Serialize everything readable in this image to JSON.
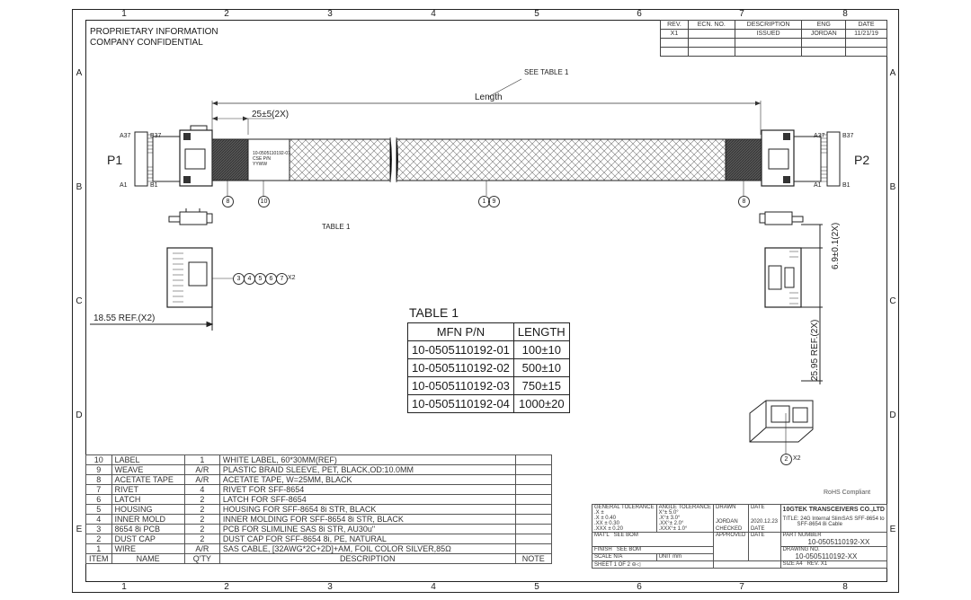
{
  "confidential": [
    "PROPRIETARY INFORMATION",
    "COMPANY CONFIDENTIAL"
  ],
  "zones_top": [
    "1",
    "2",
    "3",
    "4",
    "5",
    "6",
    "7",
    "8"
  ],
  "zones_side": [
    "A",
    "B",
    "C",
    "D",
    "E"
  ],
  "revision": {
    "headers": [
      "REV.",
      "ECN. NO.",
      "DESCRIPTION",
      "ENG",
      "DATE"
    ],
    "row": [
      "X1",
      "",
      "ISSUED",
      "JORDAN",
      "11/21/19"
    ]
  },
  "drawing": {
    "see_table": "SEE TABLE 1",
    "length": "Length",
    "dim_25": "25±5(2X)",
    "p1": "P1",
    "p2": "P2",
    "a37": "A37",
    "b37": "B37",
    "a1": "A1",
    "b1": "B1",
    "label_text": [
      "10-0505110192-01",
      "CSE P/N",
      "YYWW"
    ],
    "balloon_8": "8",
    "balloon_10": "10",
    "balloon_1": "1",
    "balloon_9": "9",
    "balloon_3": "3",
    "balloon_4": "4",
    "balloon_5": "5",
    "balloon_6": "6",
    "balloon_7": "7",
    "balloon_2": "2",
    "x2": "X2",
    "table1_ref": "TABLE 1",
    "dim_1855": "18.55 REF.(X2)",
    "dim_69": "6.9±0.1(2X)",
    "dim_2595": "25.95 REF.(2X)",
    "rohs": "RoHS Compliant"
  },
  "table1": {
    "title": "TABLE 1",
    "headers": [
      "MFN P/N",
      "LENGTH"
    ],
    "rows": [
      [
        "10-0505110192-01",
        "100±10"
      ],
      [
        "10-0505110192-02",
        "500±10"
      ],
      [
        "10-0505110192-03",
        "750±15"
      ],
      [
        "10-0505110192-04",
        "1000±20"
      ]
    ]
  },
  "bom": {
    "rows": [
      [
        "10",
        "LABEL",
        "1",
        "WHITE LABEL, 60*30MM(REF)",
        ""
      ],
      [
        "9",
        "WEAVE",
        "A/R",
        "PLASTIC BRAID SLEEVE, PET, BLACK,OD:10.0MM",
        ""
      ],
      [
        "8",
        "ACETATE TAPE",
        "A/R",
        "ACETATE TAPE, W=25MM, BLACK",
        ""
      ],
      [
        "7",
        "RIVET",
        "4",
        "RIVET FOR SFF-8654",
        ""
      ],
      [
        "6",
        "LATCH",
        "2",
        "LATCH FOR SFF-8654",
        ""
      ],
      [
        "5",
        "HOUSING",
        "2",
        "HOUSING FOR SFF-8654 8i STR, BLACK",
        ""
      ],
      [
        "4",
        "INNER MOLD",
        "2",
        "INNER MOLDING FOR SFF-8654 8i STR, BLACK",
        ""
      ],
      [
        "3",
        "8654 8i PCB",
        "2",
        "PCB FOR SLIMLINE SAS 8i STR, AU30u\"",
        ""
      ],
      [
        "2",
        "DUST CAP",
        "2",
        "DUST CAP FOR SFF-8654 8i, PE, NATURAL",
        ""
      ],
      [
        "1",
        "WIRE",
        "A/R",
        "SAS CABLE, [32AWG*2C+2D]+AM, FOIL COLOR SILVER,85Ω",
        ""
      ]
    ],
    "headers": [
      "ITEM",
      "NAME",
      "Q'TY",
      "DESCRIPTION",
      "NOTE"
    ]
  },
  "title_block": {
    "gen_tol": "GENERAL TOLERANCE",
    "ang_tol": "ANGLE TOLERANCE",
    "tol_rows": [
      [
        ".X ±",
        "X°± 5.0°"
      ],
      [
        ".X ± 0.40",
        ".X°± 3.0°"
      ],
      [
        ".XX ± 0.30",
        ".XX°± 2.0°"
      ],
      [
        ".XXX ± 0.20",
        ".XXX°± 1.0°"
      ]
    ],
    "drawn": "DRAWN",
    "date": "DATE",
    "drawn_by": "JORDAN",
    "drawn_date": "2020.12.23",
    "checked": "CHECKED",
    "approved": "APPROVED",
    "company": "10GTEK TRANSCEIVERS CO.,LTD",
    "title_label": "TITLE:",
    "title_text": [
      "24G Internal SlimSAS SFF-8654 to",
      "SFF-8654 8i Cable"
    ],
    "part_no_label": "PART NUMBER",
    "part_no": "10-0505110192-XX",
    "drawing_no_label": "DRAWING NO.",
    "drawing_no": "10-0505110192-XX",
    "matl": "MAT'L",
    "matl_val": "SEE BOM",
    "finish": "FINISH",
    "finish_val": "SEE BOM",
    "scale": "SCALE",
    "scale_val": "N/A",
    "unit": "UNIT",
    "unit_val": "mm",
    "sheet": "SHEET",
    "sheet_val": "1  OF  2",
    "size": "SIZE",
    "size_val": "A4",
    "rev": "REV.",
    "rev_val": "X1"
  }
}
